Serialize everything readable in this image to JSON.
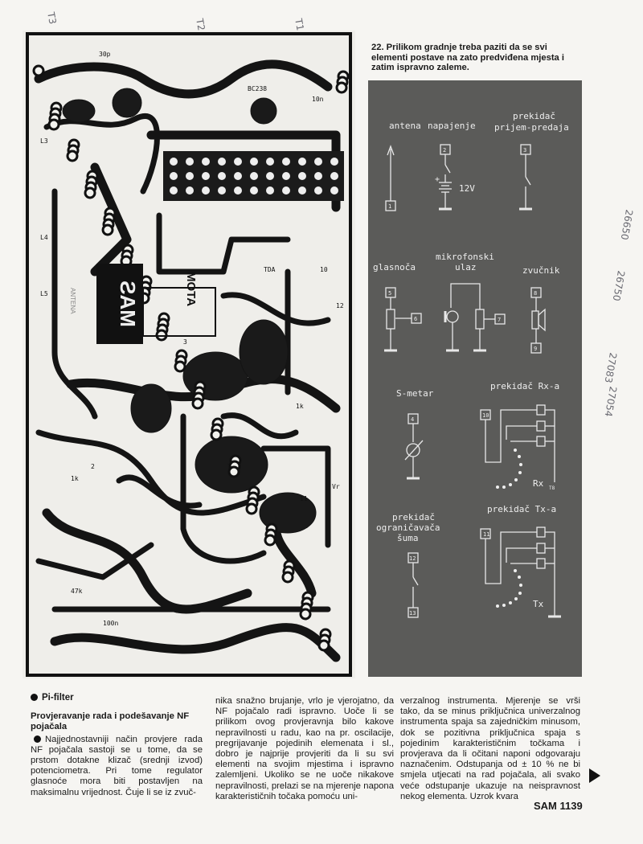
{
  "figure_caption": "22. Prilikom gradnje treba paziti da se svi elementi postave na zato predviđena mjesta i zatim ispravno zaleme.",
  "pcb": {
    "labels": [
      "MAS",
      "MOTA",
      "30p",
      "10n",
      "BC238",
      "L3",
      "L4",
      "L5",
      "TDA",
      "1k",
      "47k",
      "100n",
      "ANTENA",
      "2",
      "3",
      "7",
      "10",
      "12",
      "11",
      "Vr"
    ],
    "handwritten": [
      "T3",
      "T2",
      "T1"
    ]
  },
  "schematic": {
    "antenna": {
      "label": "antena",
      "pin": "1"
    },
    "power": {
      "label": "napajenje",
      "pin": "2",
      "voltage": "12V",
      "plus": "+"
    },
    "tx_rx_switch": {
      "label_line1": "prekidač",
      "label_line2": "prijem-predaja",
      "pin": "3"
    },
    "volume": {
      "label": "glasnoča",
      "pins": [
        "5",
        "6"
      ]
    },
    "mic_input": {
      "label_line1": "mikrofonski",
      "label_line2": "ulaz",
      "pin": "7"
    },
    "speaker": {
      "label": "zvučnik",
      "pins": [
        "8",
        "9"
      ]
    },
    "s_meter": {
      "label": "S-metar",
      "pin": "4"
    },
    "rx_switch": {
      "label": "prekidač Rx-a",
      "pin": "10",
      "tag": "Rx",
      "transistor_pin": "T8"
    },
    "squelch_switch": {
      "label_line1": "prekidač",
      "label_line2": "ograničavača",
      "label_line3": "šuma",
      "pins": [
        "12",
        "13"
      ]
    },
    "tx_switch": {
      "label": "prekidač Tx-a",
      "pin": "11",
      "tag": "Tx"
    }
  },
  "article": {
    "bullet_heading": "Pi-filter",
    "section_heading": "Provjeravanje rada i podešavanje NF pojačala",
    "col1": "Najjednostavniji način provjere rada NF pojačala sastoji se u tome, da se prstom dotakne klizač (srednji izvod) potenciometra. Pri tome regulator glasnoće mora biti postavljen na maksimalnu vrijednost. Čuje li se iz zvuč-",
    "col2": "nika snažno brujanje, vrlo je vjerojatno, da NF pojačalo radi ispravno. Uoče li se prilikom ovog provjeravnja bilo kakove nepravilnosti u radu, kao na pr. oscilacije, pregrijavanje pojedinih elemenata i sl., dobro je najprije provjeriti da li su svi elementi na svojim mjestima i ispravno zalemljeni. Ukoliko se ne uoče nikakove nepravilnosti, prelazi se na mjerenje napona karakterističnih točaka pomoću uni-",
    "col3": "verzalnog instrumenta. Mjerenje se vrši tako, da se minus priključnica univerzalnog instrumenta spaja sa zajedničkim minusom, dok se pozitivna priključnica spaja s pojedinim karakterističnim točkama i provjerava da li očitani naponi odgovaraju naznačenim. Odstupanja od ± 10 % ne bi smjela utjecati na rad pojačala, ali svako veće odstupanje ukazuje na neispravnost nekog elementa. Uzrok kvara"
  },
  "footer": {
    "page": "SAM 1139"
  },
  "margin_notes": [
    "26650",
    "26750",
    "27083",
    "27054"
  ]
}
